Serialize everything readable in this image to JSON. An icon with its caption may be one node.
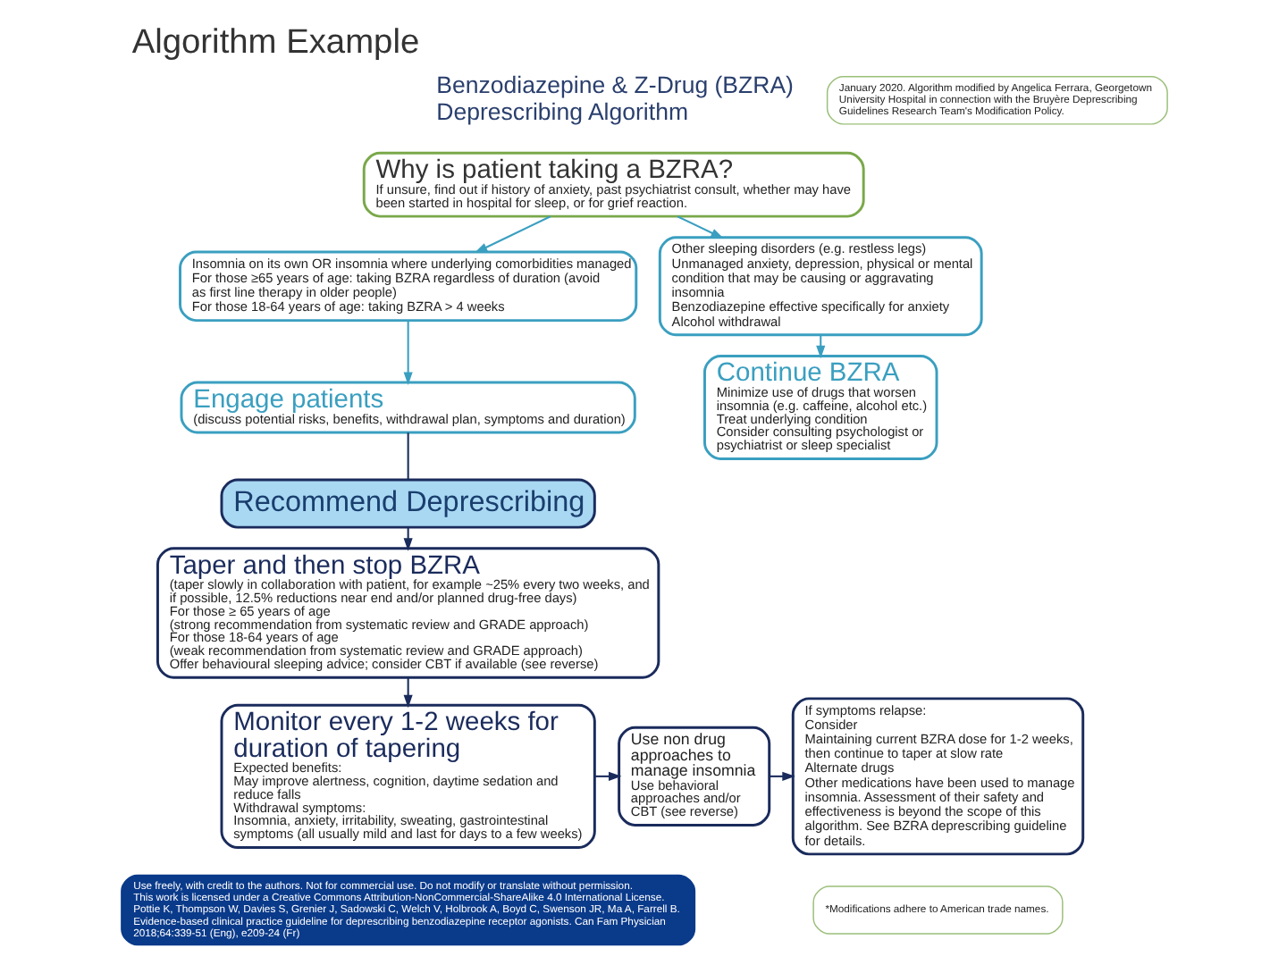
{
  "diagram": {
    "title": "Algorithm Example",
    "nodes": [
      {
        "text": [
          "Why is patient taking a BZRA?",
          "If unsure, find out if history of anxiety, past psychiatrist consult, whether may have been started in hospital for sleep, or for grief reaction."
        ]
      },
      {
        "text": [
          "Insomnia on its own OR insomnia where underlying comorbidities managed",
          "For those ≥65 years of age: taking BZRA regardless of duration (avoid as first line therapy in older people)",
          "For those 18-64 years of age: taking BZRA > 4 weeks"
        ]
      },
      {
        "text": [
          "Other sleeping disorders (e.g. restless legs)",
          "Unmanaged anxiety, depression, physical or mental condition that may be causing or aggravating insomnia",
          "Benzodiazepine effective specifically for anxiety",
          "Alcohol withdrawal"
        ]
      },
      {
        "text": [
          "Engage patients",
          "(discuss potential risks, benefits, withdrawal plan, symptoms and duration)"
        ]
      },
      {
        "text": [
          "Recommend Deprescribing"
        ]
      },
      {
        "text": [
          "Continue BZRA",
          "Minimize use of drugs that worsen insomnia (e.g. caffeine, alcohol etc.)",
          "Treat underlying condition",
          "Consider consulting psychologist or psychiatrist or sleep specialist"
        ]
      },
      {
        "text": [
          "Taper and then stop BZRA",
          "(taper slowly in collaboration with patient, for example ~25% every two weeks, and if possible, 12.5% reductions near end and/or planned drug-free days)",
          "For those ≥ 65 years of age",
          "(strong recommendation from systematic review and GRADE approach)",
          "For those 18-64 years of age",
          "(weak recommendation from systematic review and GRADE approach)",
          "Offer behavioural sleeping advice; consider CBT if available (see reverse)"
        ]
      },
      {
        "text": [
          "Monitor every 1-2 weeks for duration of tapering",
          "Expected benefits:",
          "May improve alertness, cognition, daytime sedation and reduce falls",
          "Withdrawal symptoms:",
          "Insomnia, anxiety, irritability, sweating, gastrointestinal symptoms (all usually mild and last for days to a few weeks)"
        ]
      },
      {
        "text": [
          "Use non drug approaches to manage insomnia",
          "Use behavioral approaches and/or CBT (see reverse)"
        ]
      },
      {
        "text": [
          "If symptoms relapse:",
          "Consider",
          "Maintaining current BZRA dose for 1-2 weeks, then continue to taper at slow rate",
          "Alternate drugs",
          "Other medications have been used to manage insomnia. Assessment of their safety and effectiveness is beyond the scope of this algorithm. See BZRA deprescribing guideline for details."
        ]
      },
      {
        "text": [
          "January 2020. Algorithm modified by Angelica Ferrara, Georgetown University Hospital in connection with the Bruyère Deprescribing Guidelines Research Team's Modification Policy."
        ]
      },
      {
        "text": [
          "*Modifications adhere to American trade names."
        ]
      },
      {
        "text": [
          "Use freely, with credit to the authors. Not for commercial use. Do not modify or translate without permission.",
          "This work is licensed under a Creative Commons Attribution-NonCommercial-ShareAlike 4.0 International License.",
          "Pottie K, Thompson W, Davies S, Grenier J, Sadowski C, Welch V, Holbrook A, Boyd C, Swenson JR, Ma A, Farrell B. Evidence-based clinical practice guideline for deprescribing benzodiazepine receptor agonists. Can Fam Physician 2018;64:339-51 (Eng), e209-24 (Fr)"
        ]
      }
    ],
    "edges": [
      {
        "from": 0,
        "to": 1,
        "arrow": "to",
        "color": "#3a9fc0"
      },
      {
        "from": 0,
        "to": 2,
        "arrow": "to",
        "color": "#3a9fc0"
      },
      {
        "from": 1,
        "to": 3,
        "arrow": "to",
        "color": "#3a9fc0"
      },
      {
        "from": 3,
        "to": 4,
        "arrow": "none"
      },
      {
        "from": 2,
        "to": 5,
        "arrow": "to",
        "color": "#3a9fc0"
      },
      {
        "from": 4,
        "to": 6,
        "arrow": "to"
      },
      {
        "from": 6,
        "to": 7,
        "arrow": "to"
      },
      {
        "from": 7,
        "to": 8,
        "arrow": "to"
      },
      {
        "from": 8,
        "to": 9,
        "arrow": "to"
      }
    ],
    "labels": [
      "Benzodiazepine & Z-Drug (BZRA) Deprescribing Algorithm"
    ]
  }
}
